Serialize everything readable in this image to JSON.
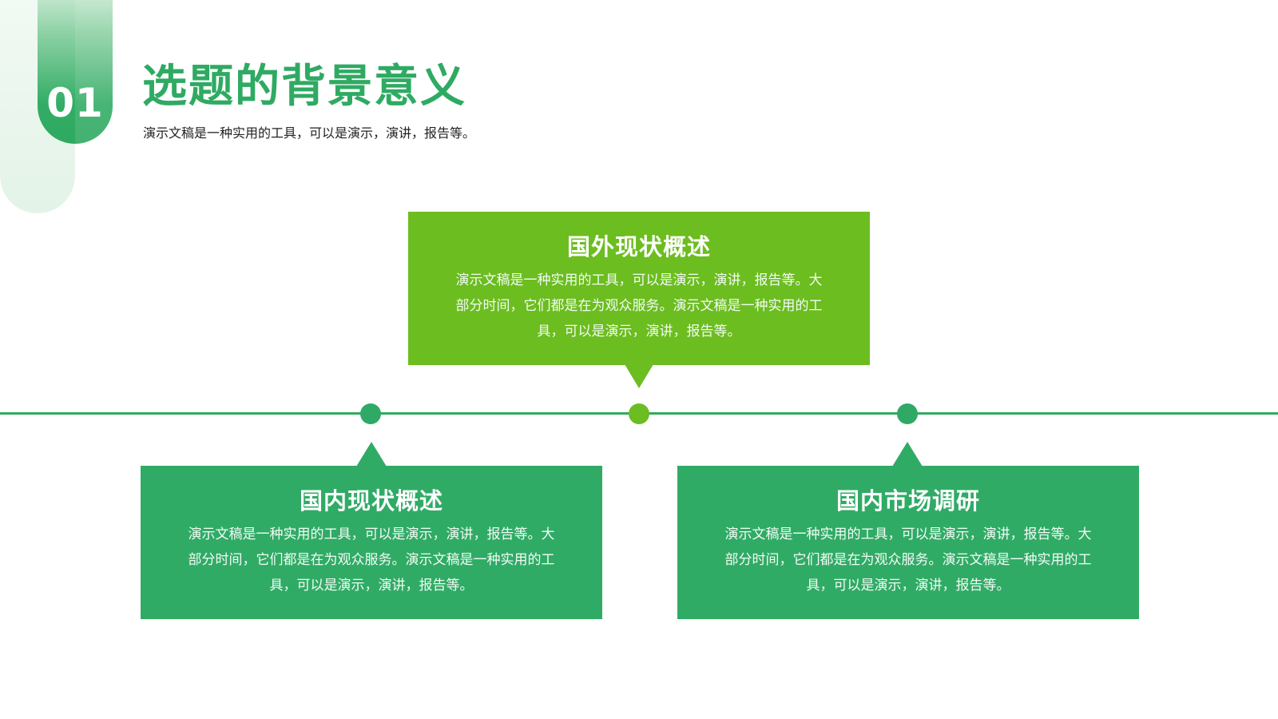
{
  "header": {
    "section_number": "01",
    "title": "选题的背景意义",
    "subtitle": "演示文稿是一种实用的工具，可以是演示，演讲，报告等。"
  },
  "cards": {
    "top": {
      "title": "国外现状概述",
      "body": "演示文稿是一种实用的工具，可以是演示，演讲，报告等。大部分时间，它们都是在为观众服务。演示文稿是一种实用的工具，可以是演示，演讲，报告等。"
    },
    "bottom_left": {
      "title": "国内现状概述",
      "body": "演示文稿是一种实用的工具，可以是演示，演讲，报告等。大部分时间，它们都是在为观众服务。演示文稿是一种实用的工具，可以是演示，演讲，报告等。"
    },
    "bottom_right": {
      "title": "国内市场调研",
      "body": "演示文稿是一种实用的工具，可以是演示，演讲，报告等。大部分时间，它们都是在为观众服务。演示文稿是一种实用的工具，可以是演示，演讲，报告等。"
    }
  },
  "colors": {
    "primary_green": "#30ab66",
    "lime_green": "#6cbd1f",
    "title_green": "#2faa63",
    "background": "#ffffff"
  }
}
